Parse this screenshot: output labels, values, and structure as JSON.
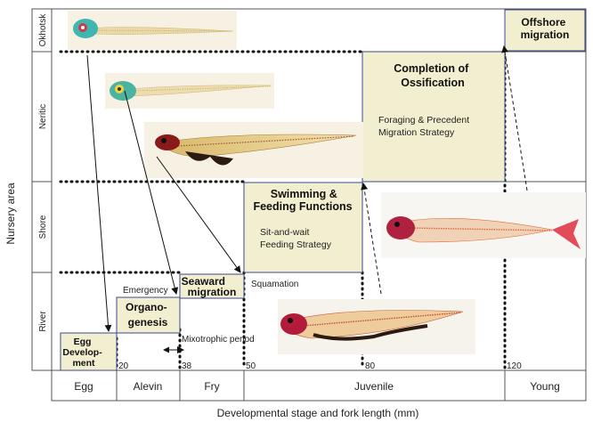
{
  "axes": {
    "y_title": "Nursery area",
    "x_title": "Developmental stage and fork length (mm)",
    "habitats": [
      "Okhotsk",
      "Neritic",
      "Shore",
      "River"
    ],
    "stages": [
      "Egg",
      "Alevin",
      "Fry",
      "Juvenile",
      "Young"
    ],
    "length_ticks": [
      "20",
      "38",
      "50",
      "80",
      "120"
    ]
  },
  "phases": {
    "egg": [
      "Egg",
      "Develop-",
      "ment"
    ],
    "organo": [
      "Organo-",
      "genesis"
    ],
    "seaward": [
      "Seaward",
      "migration"
    ],
    "swimming": [
      "Swimming &",
      "Feeding Functions"
    ],
    "swimming_strategy": [
      "Sit-and-wait",
      "Feeding Strategy"
    ],
    "ossification": [
      "Completion of",
      "Ossification"
    ],
    "ossification_strategy": [
      "Foraging & Precedent",
      "Migration Strategy"
    ],
    "offshore": [
      "Offshore",
      "migration"
    ]
  },
  "annotations": {
    "emergency": "Emergency",
    "squamation": "Squamation",
    "mixotrophic": "Mixotrophic period"
  },
  "colors": {
    "phase_fill": "#f1efcf",
    "phase_border": "#3b4a8c",
    "grid": "#555555"
  },
  "specimens": [
    {
      "name": "okhotsk-specimen",
      "icon": "stained-larva"
    },
    {
      "name": "neritic-specimen",
      "icon": "stained-larva"
    },
    {
      "name": "shore-specimen",
      "icon": "stained-fry"
    },
    {
      "name": "shore-juvenile-specimen",
      "icon": "stained-juvenile"
    },
    {
      "name": "river-juvenile-specimen",
      "icon": "stained-juvenile"
    }
  ]
}
